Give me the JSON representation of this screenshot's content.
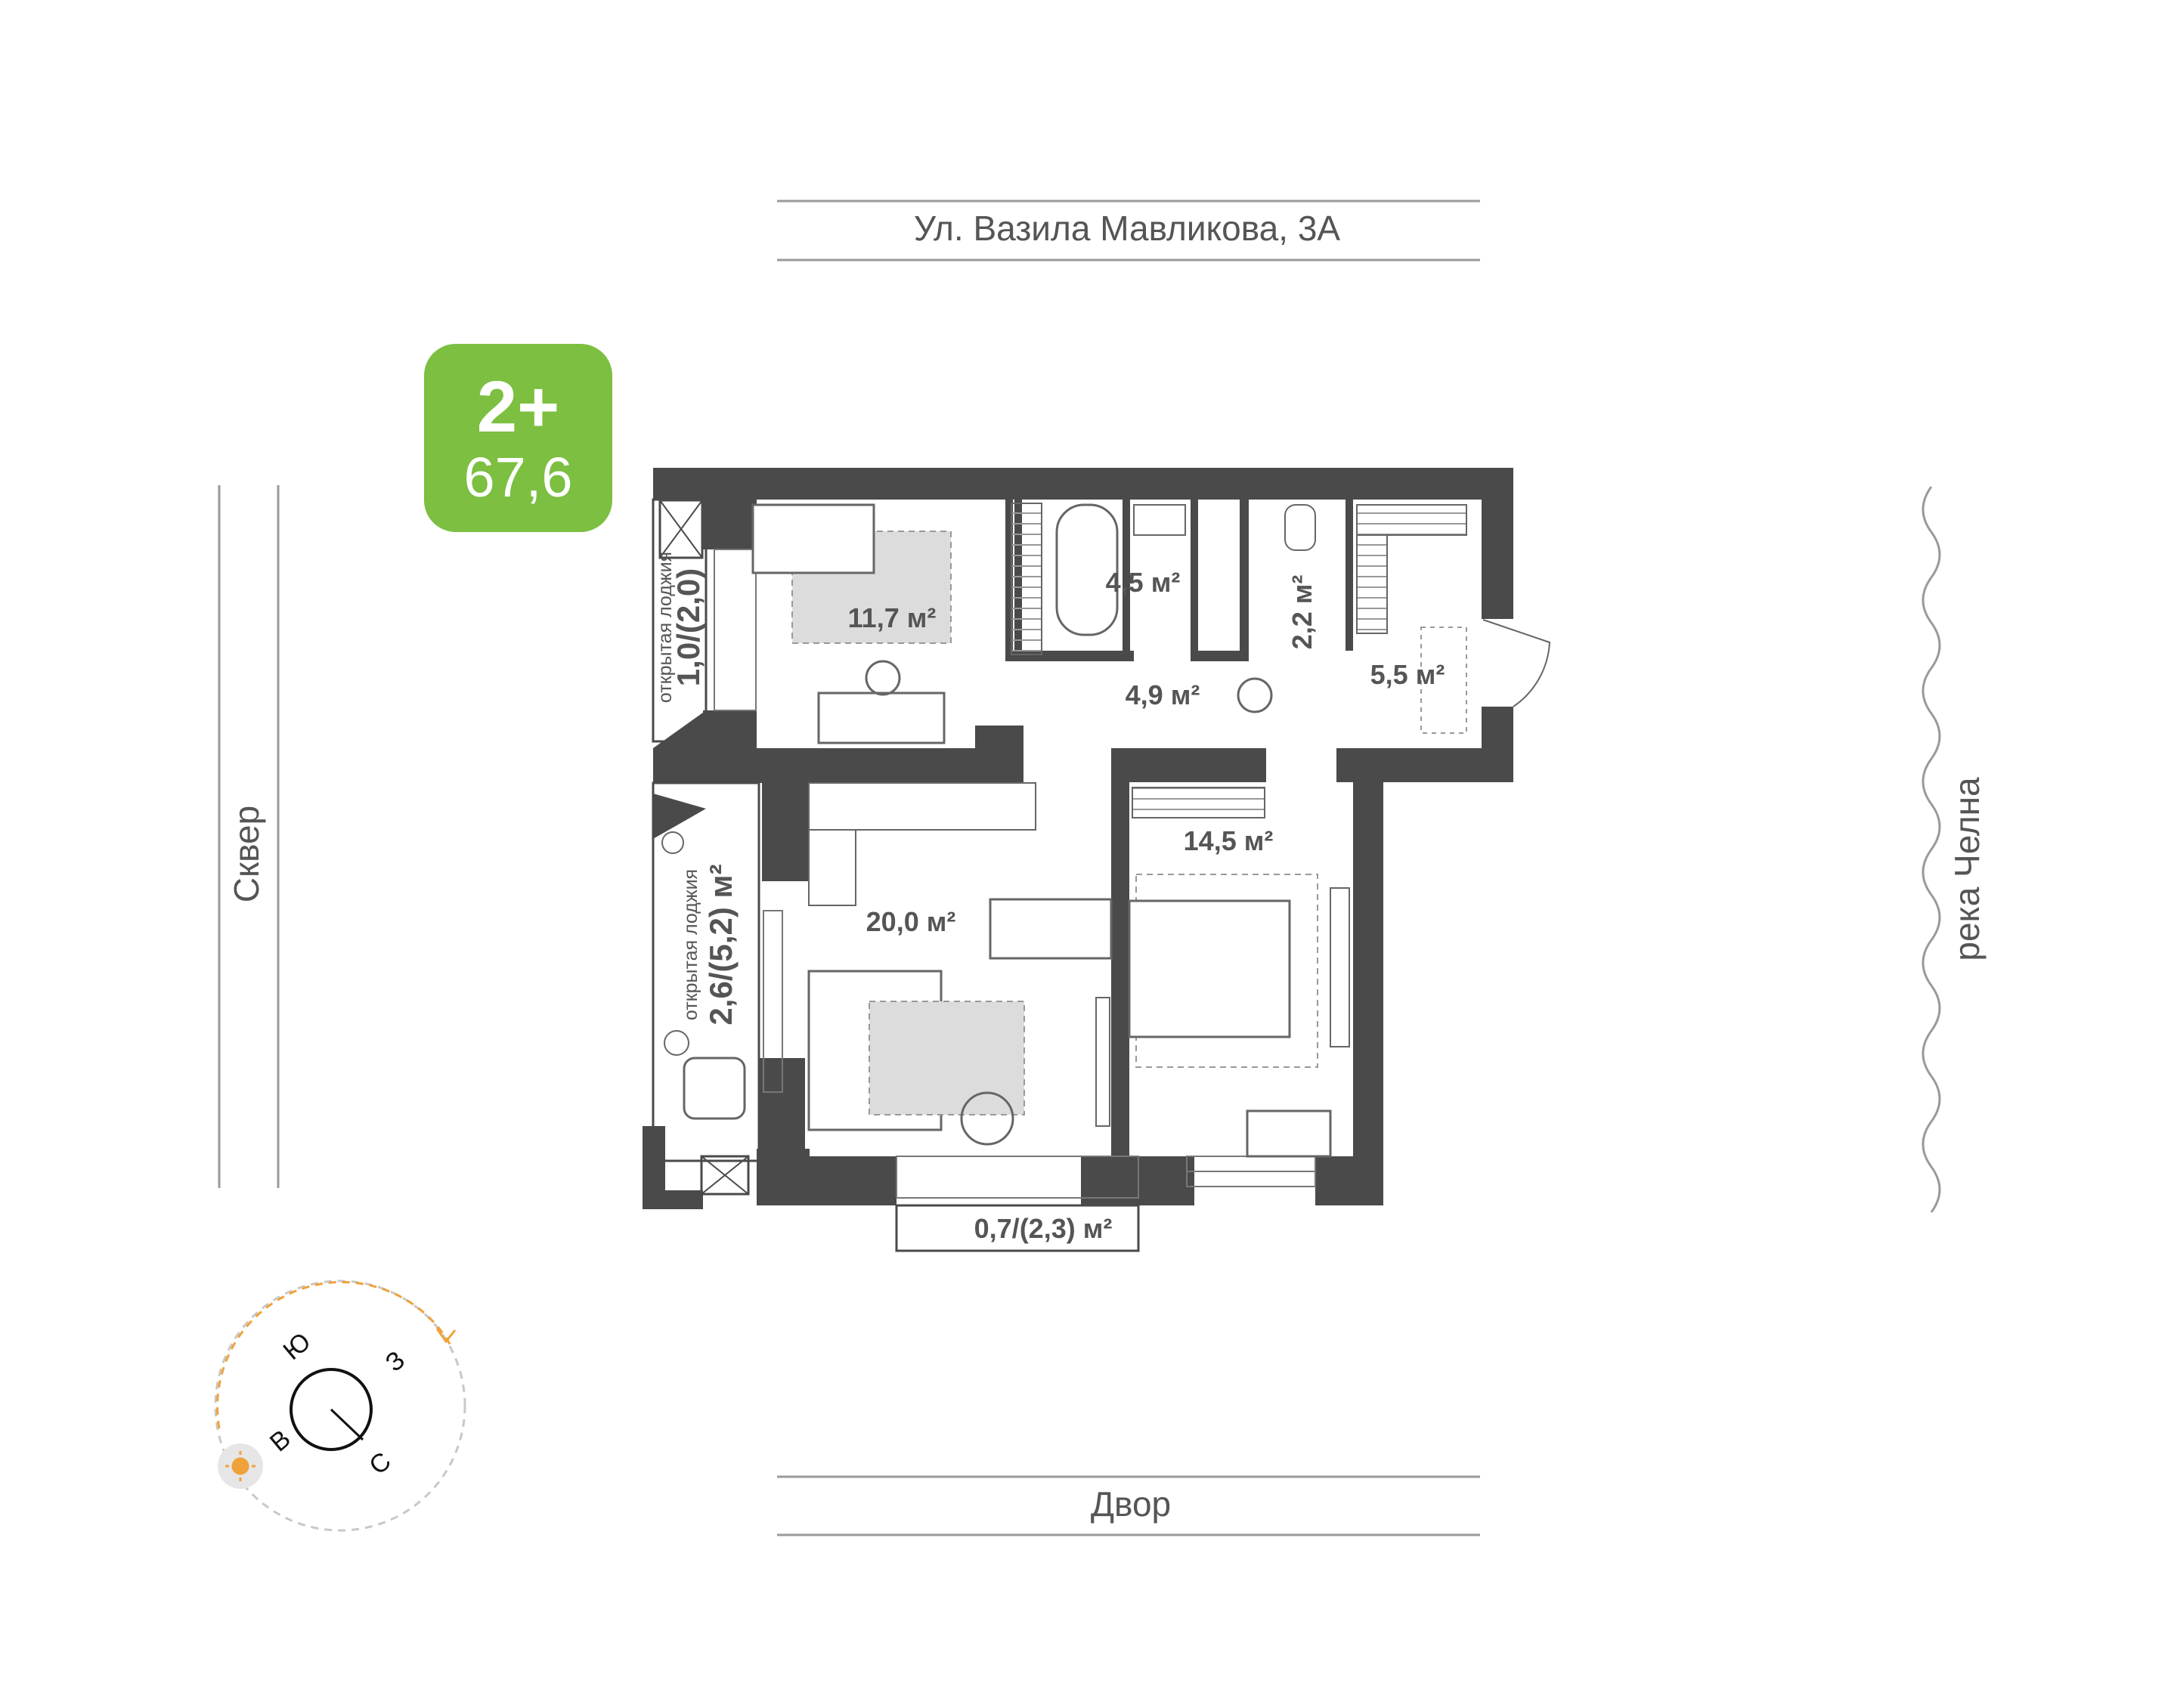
{
  "badge": {
    "rooms": "2+",
    "area": "67,6",
    "color": "#7cbf41"
  },
  "streets": {
    "north": "Ул. Вазила Мавликова, 3А",
    "south": "Двор",
    "west": "Сквер",
    "east": "река Челна"
  },
  "rooms": {
    "bedroom_small": "11,7 м²",
    "bathroom": "4,5 м²",
    "wc": "2,2 м²",
    "hall": "4,9 м²",
    "entry": "5,5 м²",
    "living_kitchen": "20,0 м²",
    "bedroom_main": "14,5 м²"
  },
  "loggias": {
    "top_caption": "открытая лоджия",
    "top_area": "1,0/(2,0)",
    "bottom_caption": "открытая лоджия",
    "bottom_area": "2,6/(5,2) м²",
    "balcony": "0,7/(2,3) м²"
  },
  "compass": {
    "south": "Ю",
    "west": "З",
    "east": "В",
    "north": "С",
    "sun_icon": "sun-icon",
    "accent_color": "#f0a23a"
  },
  "colors": {
    "wall": "#4a4a4a",
    "text": "#555555",
    "rug": "#dcdcdc"
  }
}
